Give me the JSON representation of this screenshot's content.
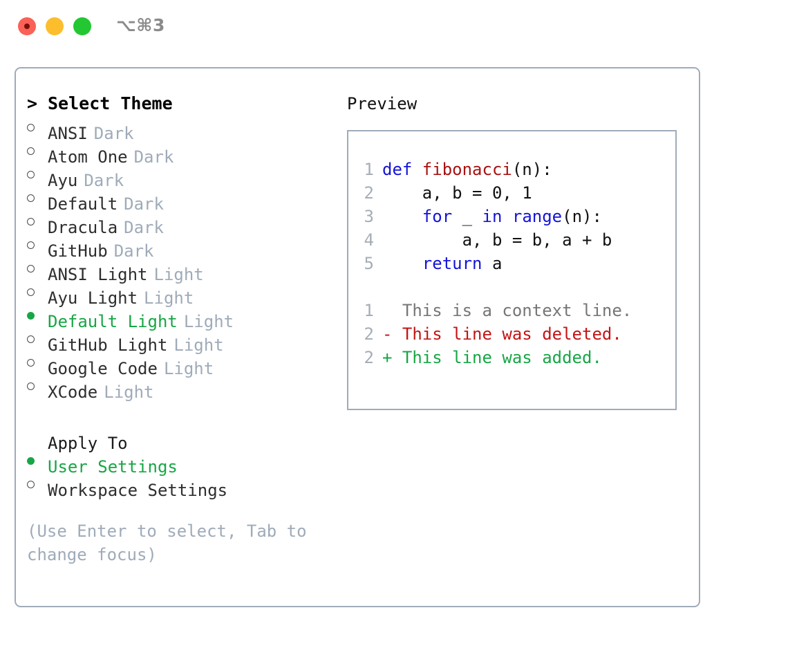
{
  "titlebar": {
    "shortcut": "⌥⌘3",
    "buttons": {
      "close": "close",
      "minimize": "minimize",
      "maximize": "maximize"
    }
  },
  "theme_picker": {
    "header_marker": ">",
    "header": "Select Theme",
    "items": [
      {
        "name": "ANSI",
        "tag": "Dark",
        "selected": false
      },
      {
        "name": "Atom One",
        "tag": "Dark",
        "selected": false
      },
      {
        "name": "Ayu",
        "tag": "Dark",
        "selected": false
      },
      {
        "name": "Default",
        "tag": "Dark",
        "selected": false
      },
      {
        "name": "Dracula",
        "tag": "Dark",
        "selected": false
      },
      {
        "name": "GitHub",
        "tag": "Dark",
        "selected": false
      },
      {
        "name": "ANSI Light",
        "tag": "Light",
        "selected": false
      },
      {
        "name": "Ayu Light",
        "tag": "Light",
        "selected": false
      },
      {
        "name": "Default Light",
        "tag": "Light",
        "selected": true
      },
      {
        "name": "GitHub Light",
        "tag": "Light",
        "selected": false
      },
      {
        "name": "Google Code",
        "tag": "Light",
        "selected": false
      },
      {
        "name": "XCode",
        "tag": "Light",
        "selected": false
      }
    ]
  },
  "apply_to": {
    "header": "Apply To",
    "items": [
      {
        "name": "User Settings",
        "selected": true
      },
      {
        "name": "Workspace Settings",
        "selected": false
      }
    ]
  },
  "hint": "(Use Enter to select, Tab to change focus)",
  "preview": {
    "label": "Preview",
    "code_lines": [
      {
        "num": "1",
        "tokens": [
          {
            "t": "def ",
            "c": "kw"
          },
          {
            "t": "fibonacci",
            "c": "fn"
          },
          {
            "t": "(n):",
            "c": "plain"
          }
        ]
      },
      {
        "num": "2",
        "tokens": [
          {
            "t": "    a, b = 0, 1",
            "c": "plain"
          }
        ]
      },
      {
        "num": "3",
        "tokens": [
          {
            "t": "    ",
            "c": "plain"
          },
          {
            "t": "for",
            "c": "kw"
          },
          {
            "t": " _ ",
            "c": "plain"
          },
          {
            "t": "in",
            "c": "kw"
          },
          {
            "t": " ",
            "c": "plain"
          },
          {
            "t": "range",
            "c": "kw"
          },
          {
            "t": "(n):",
            "c": "plain"
          }
        ]
      },
      {
        "num": "4",
        "tokens": [
          {
            "t": "        a, b = b, a + b",
            "c": "plain"
          }
        ]
      },
      {
        "num": "5",
        "tokens": [
          {
            "t": "    ",
            "c": "plain"
          },
          {
            "t": "return",
            "c": "kw"
          },
          {
            "t": " a",
            "c": "plain"
          }
        ]
      }
    ],
    "diff_lines": [
      {
        "num": "1",
        "sign": "  ",
        "text": "This is a context line.",
        "kind": "ctx"
      },
      {
        "num": "2",
        "sign": "- ",
        "text": "This line was deleted.",
        "kind": "del"
      },
      {
        "num": "2",
        "sign": "+ ",
        "text": "This line was added.",
        "kind": "add"
      }
    ]
  },
  "colors": {
    "accent_green": "#17a645",
    "border": "#9fabb9",
    "muted": "#9fabb9",
    "keyword_blue": "#1414d6",
    "function_red": "#a81212",
    "diff_deleted": "#c41414",
    "diff_added": "#17a645",
    "context_gray": "#767676",
    "linenumber_gray": "#a6adb7",
    "close_red": "#fb6157",
    "minimize_yellow": "#fcbe2d",
    "maximize_green": "#23c732"
  }
}
